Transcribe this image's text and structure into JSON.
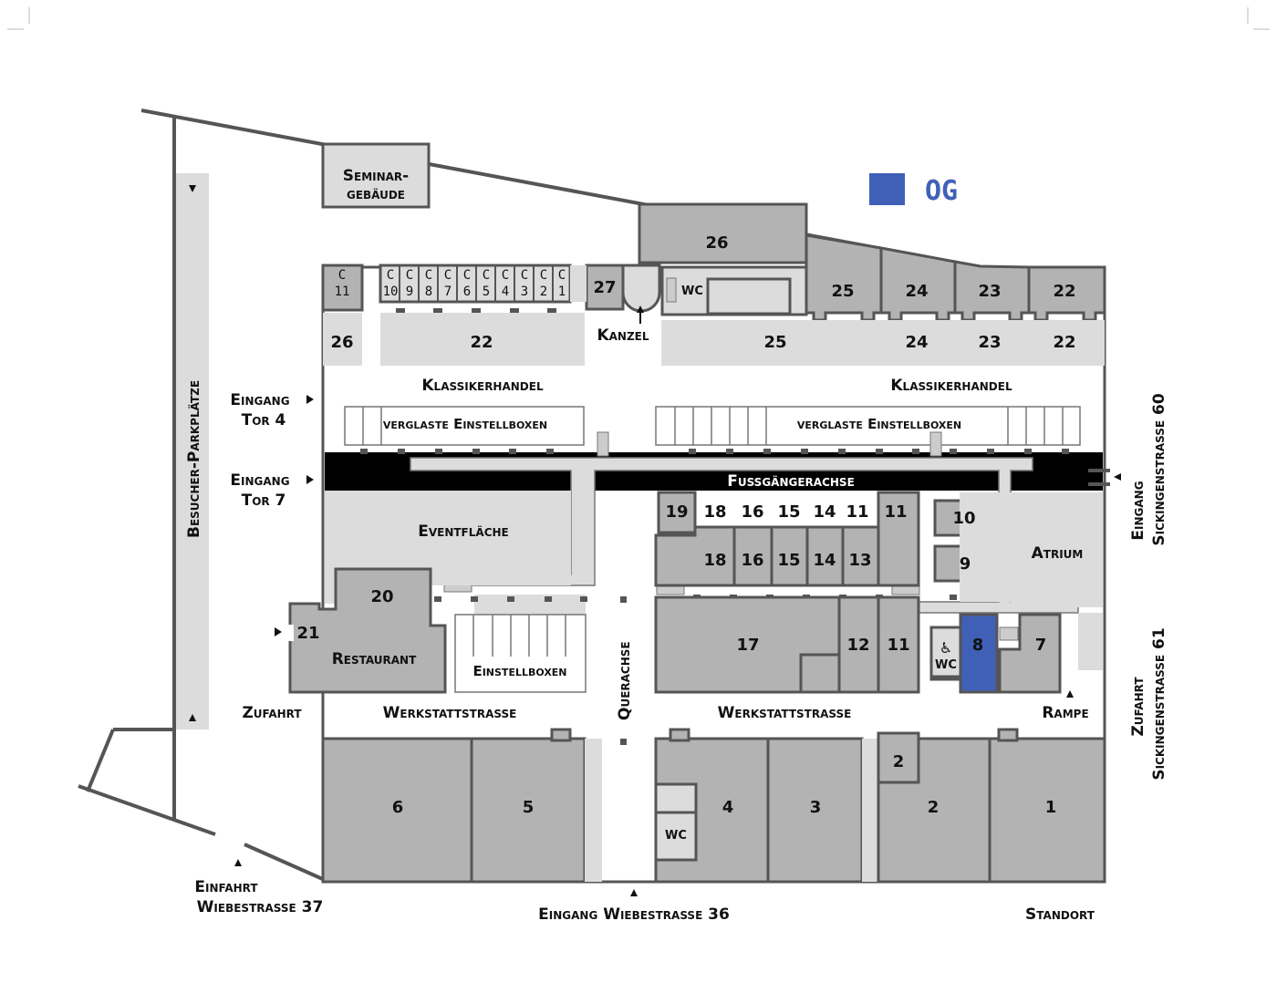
{
  "legend": {
    "label": "OG",
    "color": "#4060b8"
  },
  "colors": {
    "room": "#b3b3b3",
    "light": "#dcdcdc",
    "axis": "#000000",
    "highlight": "#4060b8"
  },
  "labels": {
    "seminar_line1": "Seminar-",
    "seminar_line2": "gebäude",
    "parking": "Besucher-Parkplätze",
    "klassiker_left": "Klassikerhandel",
    "klassiker_right": "Klassikerhandel",
    "boxes_left": "verglaste Einstellboxen",
    "boxes_right": "verglaste Einstellboxen",
    "fussgaenger": "Fussgängerachse",
    "eventflaeche": "Eventfläche",
    "restaurant": "Restaurant",
    "einstellboxen": "Einstellboxen",
    "querachse": "Querachse",
    "werkstatt_left": "Werkstattstrasse",
    "werkstatt_right": "Werkstattstrasse",
    "atrium": "Atrium",
    "rampe": "Rampe",
    "kanzel": "Kanzel",
    "wc": "WC",
    "zufahrt_left": "Zufahrt",
    "eingang_tor4_l1": "Eingang",
    "eingang_tor4_l2": "Tor 4",
    "eingang_tor7_l1": "Eingang",
    "eingang_tor7_l2": "Tor 7",
    "einfahrt_l1": "Einfahrt",
    "einfahrt_l2": "Wiebestrasse 37",
    "eingang_wiebe36": "Eingang Wiebestrasse 36",
    "standort": "Standort",
    "eingang_sick60_l1": "Eingang",
    "eingang_sick60_l2": "Sickingenstrasse 60",
    "zufahrt_sick61_l1": "Zufahrt",
    "zufahrt_sick61_l2": "Sickingenstrasse 61"
  },
  "rooms": {
    "r1": "1",
    "r2a": "2",
    "r2b": "2",
    "r3": "3",
    "r4": "4",
    "r5": "5",
    "r6": "6",
    "r7": "7",
    "r8": "8",
    "r9": "9",
    "r10": "10",
    "r11a": "11",
    "r11b": "11",
    "r11c": "11",
    "r12": "12",
    "r13": "13",
    "r14a": "14",
    "r14b": "14",
    "r15a": "15",
    "r15b": "15",
    "r16a": "16",
    "r16b": "16",
    "r17": "17",
    "r18a": "18",
    "r18b": "18",
    "r19": "19",
    "r20": "20",
    "r21": "21",
    "r22a": "22",
    "r22b": "22",
    "r22c": "22",
    "r23a": "23",
    "r23b": "23",
    "r24a": "24",
    "r24b": "24",
    "r25a": "25",
    "r25b": "25",
    "r26a": "26",
    "r26b": "26",
    "r27": "27"
  },
  "c_rooms": [
    {
      "top": "C",
      "bottom": "10"
    },
    {
      "top": "C",
      "bottom": "9"
    },
    {
      "top": "C",
      "bottom": "8"
    },
    {
      "top": "C",
      "bottom": "7"
    },
    {
      "top": "C",
      "bottom": "6"
    },
    {
      "top": "C",
      "bottom": "5"
    },
    {
      "top": "C",
      "bottom": "4"
    },
    {
      "top": "C",
      "bottom": "3"
    },
    {
      "top": "C",
      "bottom": "2"
    },
    {
      "top": "C",
      "bottom": "1"
    }
  ],
  "c11": {
    "top": "C",
    "bottom": "11"
  }
}
